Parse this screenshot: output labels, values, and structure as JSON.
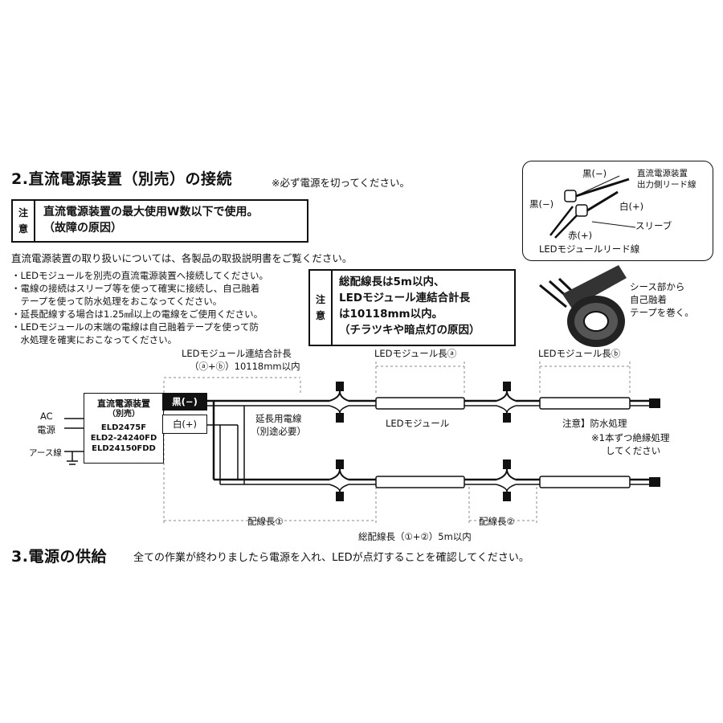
{
  "section2": {
    "title": "2.直流電源装置（別売）の接続",
    "note": "※必ず電源を切ってください。",
    "warning_tag": [
      "注",
      "意"
    ],
    "warning_lines": [
      "直流電源装置の最大使用W数以下で使用。",
      "（故障の原因）"
    ],
    "intro": "直流電源装置の取り扱いについては、各製品の取扱説明書をご覧ください。",
    "bullets": [
      "・LEDモジュールを別売の直流電源装置へ接続してください。",
      "・電線の接続はスリーブ等を使って確実に接続し、自己融着",
      "　テープを使って防水処理をおこなってください。",
      "・延長配線する場合は1.25㎟以上の電線をご使用ください。",
      "・LEDモジュールの末端の電線は自己融着テープを使って防",
      "　水処理を確実におこなってください。"
    ],
    "warning2_tag": [
      "注",
      "意"
    ],
    "warning2_lines": [
      "総配線長は5m以内、",
      "LEDモジュール連結合計長",
      "は10118mm以内。",
      "（チラツキや暗点灯の原因）"
    ]
  },
  "inset": {
    "black": "黒(−)",
    "black_left": "黒(−)",
    "white": "白(+)",
    "red": "赤(+)",
    "sleeve": "スリーブ",
    "psu_lead_1": "直流電源装置",
    "psu_lead_2": "出力側リード線",
    "led_lead": "LEDモジュールリード線"
  },
  "tape_note": [
    "シース部から",
    "自己融着",
    "テープを巻く。"
  ],
  "diagram": {
    "total_len_1": "LEDモジュール連結合計長",
    "total_len_2": "（ⓐ+ⓑ）10118mm以内",
    "len_a": "LEDモジュール長ⓐ",
    "len_b": "LEDモジュール長ⓑ",
    "ac_1": "AC",
    "ac_2": "電源",
    "earth": "アース線",
    "psu_title": "直流電源装置",
    "psu_sub": "（別売）",
    "psu_models": [
      "ELD2475F",
      "ELD2-24240FD",
      "ELD24150FDD"
    ],
    "term_black": "黒(−)",
    "term_white": "白(+)",
    "ext_1": "延長用電線",
    "ext_2": "（別途必要）",
    "led_module": "LEDモジュール",
    "waterproof": "注意】防水処理",
    "insulate_1": "※1本ずつ絶縁処理",
    "insulate_2": "してください",
    "wire_len_1": "配線長①",
    "wire_len_2": "配線長②",
    "wire_total": "総配線長（①+②）5m以内"
  },
  "section3": {
    "title": "3.電源の供給",
    "text": "全ての作業が終わりましたら電源を入れ、LEDが点灯することを確認してください。"
  }
}
